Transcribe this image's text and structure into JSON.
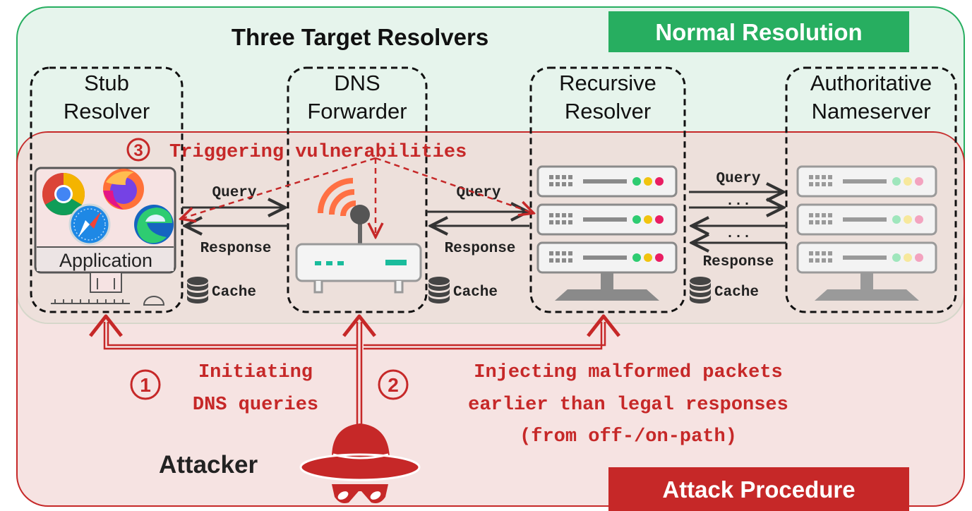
{
  "title": "Three Target Resolvers",
  "badges": {
    "normal": "Normal Resolution",
    "attack": "Attack Procedure"
  },
  "columns": {
    "stub": [
      "Stub",
      "Resolver"
    ],
    "forwarder": [
      "DNS",
      "Forwarder"
    ],
    "recursive": [
      "Recursive",
      "Resolver"
    ],
    "authoritative": [
      "Authoritative",
      "Nameserver"
    ]
  },
  "application_label": "Application",
  "flows": {
    "query": "Query",
    "response": "Response",
    "cache": "Cache",
    "ellipsis": "..."
  },
  "steps": {
    "step1": {
      "num": "1",
      "lines": [
        "Initiating",
        "DNS queries"
      ]
    },
    "step2": {
      "num": "2",
      "lines": [
        "Injecting malformed packets",
        "earlier than legal responses",
        "(from off-/on-path)"
      ]
    },
    "step3": {
      "num": "3",
      "text": "Triggering vulnerabilities"
    }
  },
  "attacker_label": "Attacker",
  "icons": [
    "chrome-icon",
    "firefox-icon",
    "safari-icon",
    "edge-icon",
    "wifi-router-icon",
    "server-rack-icon",
    "database-cache-icon",
    "hacker-hat-icon"
  ],
  "colors": {
    "normal_green": "#27ae60",
    "normal_bg": "#e6f4ec",
    "attack_red": "#c62828",
    "attack_bg": "#f8e6e6",
    "step_text": "#c0392b"
  }
}
